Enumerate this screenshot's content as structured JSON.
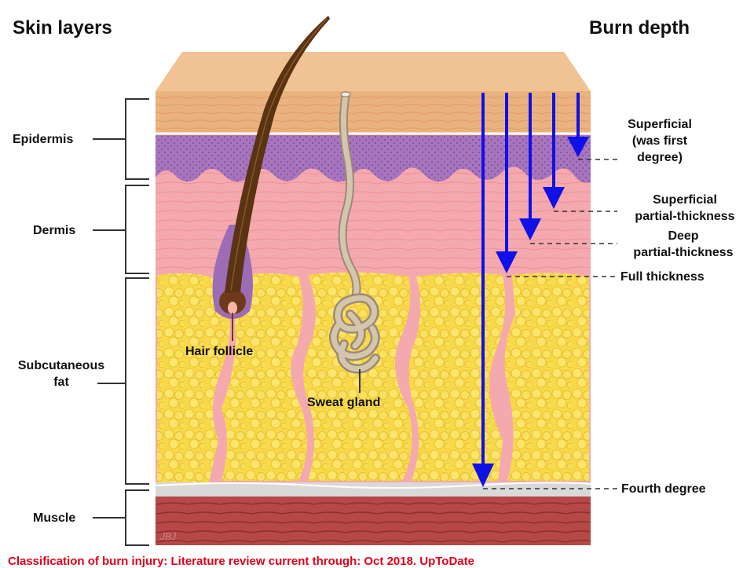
{
  "headers": {
    "left": "Skin layers",
    "right": "Burn depth"
  },
  "layers": {
    "epidermis": "Epidermis",
    "dermis": "Dermis",
    "subcutaneous_fat_1": "Subcutaneous",
    "subcutaneous_fat_2": "fat",
    "muscle": "Muscle"
  },
  "structures": {
    "hair_follicle": "Hair follicle",
    "sweat_gland": "Sweat gland"
  },
  "burn_depths": {
    "superficial_1": "Superficial",
    "superficial_2": "(was first",
    "superficial_3": "degree)",
    "superficial_partial_1": "Superficial",
    "superficial_partial_2": "partial-thickness",
    "deep_partial_1": "Deep",
    "deep_partial_2": "partial-thickness",
    "full_thickness": "Full thickness",
    "fourth_degree": "Fourth degree"
  },
  "signature": "JBJ",
  "caption": "Classification of burn injury: Literature review current through: Oct 2018. UpToDate",
  "colors": {
    "arrow": "#1010e8",
    "caption": "#e0001a",
    "epidermis_top": "#e9b07e",
    "basal_layer": "#a775bd",
    "dermis": "#f4a9ae",
    "fat": "#f8d94a",
    "muscle": "#b64848"
  }
}
